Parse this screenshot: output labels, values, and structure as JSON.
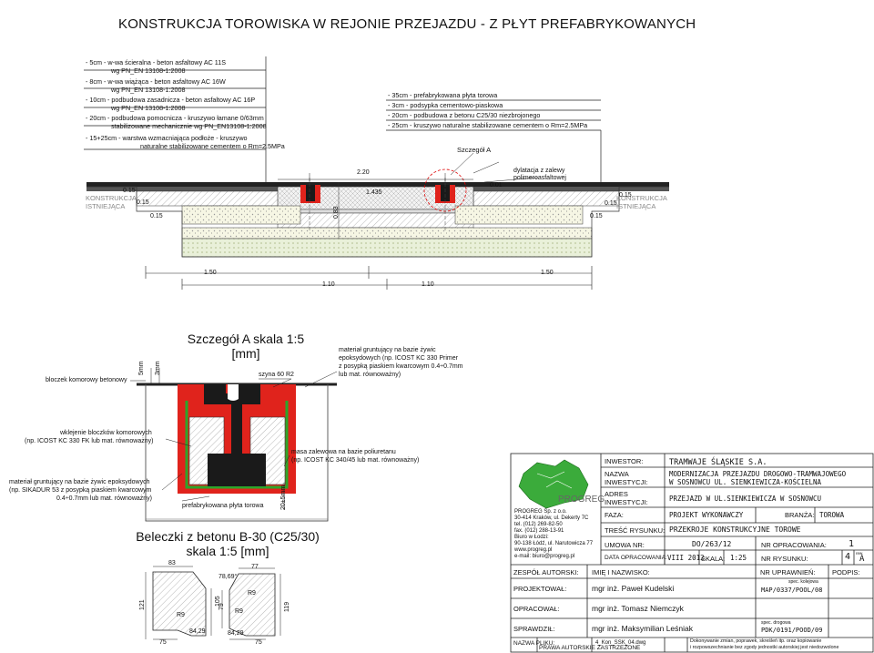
{
  "title": "KONSTRUKCJA TOROWISKA  W REJONIE PRZEJAZDU - Z PŁYT PREFABRYKOWANYCH",
  "left_layers": [
    [
      "- 5cm - w-wa ścieralna - beton asfaltowy AC 11S",
      "wg PN_EN 13108-1:2008"
    ],
    [
      "- 8cm - w-wa wiążąca - beton asfaltowy AC 16W",
      "wg PN_EN 13108-1:2008"
    ],
    [
      "- 10cm - podbudowa zasadnicza - beton asfaltowy AC 16P",
      "wg PN_EN 13108-1:2008"
    ],
    [
      "- 20cm - podbudowa pomocnicza - kruszywo łamane 0/63mm",
      "stabilizowane mechanicznie wg PN_EN13108-1:2008"
    ],
    [
      "- 15+25cm - warstwa wzmacniająca podłoże - kruszywo",
      "naturalne stabilizowane cementem o Rm=2.5MPa"
    ]
  ],
  "right_layers": [
    "- 35cm - prefabrykowana płyta torowa",
    "- 3cm - podsypka cementowo-piaskowa",
    "- 20cm - podbudowa z betonu C25/30 niezbrojonego",
    "- 25cm - kruszywo naturalne stabilizowane cementem o Rm=2.5MPa"
  ],
  "section": {
    "existing_left": [
      "KONSTRUKCJA",
      "ISTNIEJĄCA"
    ],
    "existing_right": [
      "KONSTRUKCJA",
      "ISTNIEJĄCA"
    ],
    "detail_label": "Szczegół A",
    "dilatation": [
      "dylatacja z zalewy",
      "polimeroasfaltowej"
    ],
    "dims": {
      "d220": "2.20",
      "d1435": "1.435",
      "d001": "0.01",
      "d083": "0.83",
      "d015": "0.15",
      "d150": "1.50",
      "d110": "1.10"
    }
  },
  "detail": {
    "title": [
      "Szczegół A skala 1:5",
      "[mm]"
    ],
    "block_label": "bloczek komorowy betonowy",
    "d5mm": "5mm",
    "d3mm": "3mm",
    "rail_label": "szyna 60 R2",
    "primer": [
      "materiał gruntujący na bazie żywic",
      "epoksydowych (np. ICOST KC 330 Primer",
      "z posypką piaskiem kwarcowym 0.4÷0.7mm",
      "lub mat. równoważny)"
    ],
    "glue": [
      "wklejenie bloczków komorowych",
      "(np. ICOST KC 330 FK lub mat. równoważny)"
    ],
    "mass": [
      "masa zalewowa na bazie poliuretanu",
      "(np. ICOST KC 340/45 lub mat. równoważny)"
    ],
    "primer2": [
      "materiał gruntujący na bazie żywic epoksydowych",
      "(np. SIKADUR 53 z posypką piaskiem kwarcowym",
      "0.4÷0.7mm lub mat. równoważny)"
    ],
    "plate_label": "prefabrykowana płyta torowa",
    "d20": "20±5mm"
  },
  "beams": {
    "title": [
      "Beleczki z betonu B-30 (C25/30)",
      "skala 1:5 [mm]"
    ],
    "left": {
      "top": "83",
      "left": "121",
      "right": "105",
      "bottom": "75",
      "r": "R9",
      "diag": "84,29"
    },
    "right": {
      "top": "77",
      "left": "79",
      "right": "119",
      "bottom": "75",
      "r1": "R9",
      "r2": "R9",
      "angle": "78,69°",
      "diag": "84,29"
    }
  },
  "company": {
    "logo_text": "PROGREG",
    "lines": [
      "PROGREG Sp. z o.o.",
      "30-414 Kraków, ul. Dekerty 7C",
      "tel. (012) 269-82-50",
      "fax. (012) 288-13-91",
      "Biuro w Łodzi:",
      "90-138 Łódź, ul. Narutowicza 77",
      "www.progreg.pl",
      "e-mail: biuro@progreg.pl"
    ]
  },
  "titleblock": {
    "inwestor_l": "INWESTOR:",
    "inwestor_v": "TRAMWAJE ŚLĄSKIE S.A.",
    "nazwa_l": [
      "NAZWA",
      "INWESTYCJI:"
    ],
    "nazwa_v": [
      "MODERNIZACJA PRZEJAZDU DROGOWO-TRAMWAJOWEGO",
      "W SOSNOWCU UL. SIENKIEWICZA-KOŚCIELNA"
    ],
    "adres_l": [
      "ADRES",
      "INWESTYCJI:"
    ],
    "adres_v": "PRZEJAZD W UL.SIENKIEWICZA W SOSNOWCU",
    "faza_l": "FAZA:",
    "faza_v": "PROJEKT WYKONAWCZY",
    "branza_l": "BRANŻA:",
    "branza_v": "TOROWA",
    "tresc_l": "TREŚĆ RYSUNKU:",
    "tresc_v": "PRZEKROJE KONSTRUKCYJNE TOROWE",
    "umowa_l": "UMOWA NR:",
    "umowa_v": "DO/263/12",
    "nropr_l": "NR OPRACOWANIA:",
    "nropr_v": "1",
    "data_l": "DATA OPRACOWANIA:",
    "data_v": "VIII 2012",
    "skala_l": "SKALA:",
    "skala_v": "1:25",
    "nrrys_l": "NR RYSUNKU:",
    "nrrys_v": "4",
    "rew_l": "rew.",
    "rew_v": "A",
    "zespol": "ZESPÓŁ AUTORSKI:",
    "imie": "IMIĘ I NAZWISKO:",
    "upr": "NR UPRAWNIEŃ:",
    "podpis": "PODPIS:",
    "people": [
      {
        "role": "PROJEKTOWAŁ:",
        "name": "mgr inż. Paweł Kudelski",
        "spec": "spec. kolejowa",
        "num": "MAP/0337/POOL/08"
      },
      {
        "role": "OPRACOWAŁ:",
        "name": "mgr inż. Tomasz Niemczyk",
        "spec": "",
        "num": ""
      },
      {
        "role": "SPRAWDZIŁ:",
        "name": "mgr inż. Maksymilian Leśniak",
        "spec": "spec. drogowa",
        "num": "PDK/0191/POOD/09"
      }
    ],
    "plik_l": "NAZWA PLIKU:",
    "plik_v": "4_Kon_SSK_04.dwg",
    "prawa": "PRAWA AUTORSKIE ZASTRZEŻONE",
    "note": [
      "Dokonywanie zmian, poprawek, skreśleń itp. oraz kopiowanie",
      "i rozpowszechnianie bez zgody jednostki autorskiej jest niedozwolone"
    ]
  }
}
